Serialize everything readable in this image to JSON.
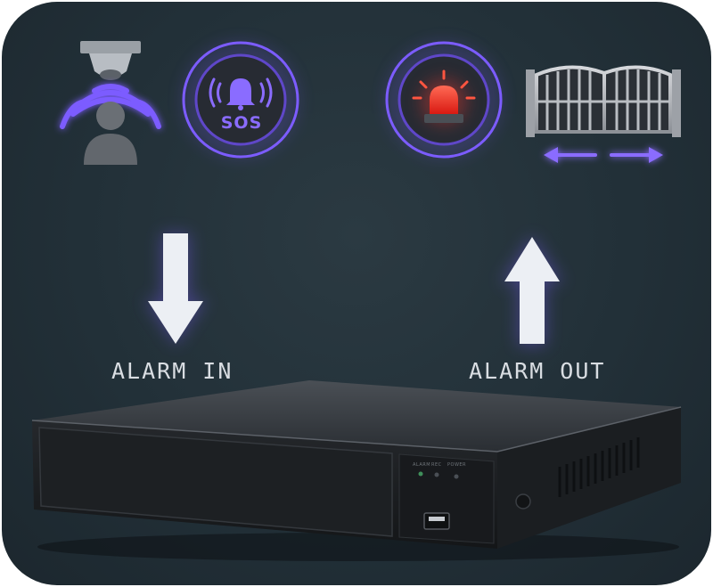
{
  "labels": {
    "alarm_in": "ALARM IN",
    "alarm_out": "ALARM OUT",
    "sos": "SOS",
    "led_1": "ALARM",
    "led_2": "REC",
    "led_3": "POWER"
  },
  "icons": {
    "input_sensor": "camera-motion-sensor-icon",
    "input_panic": "sos-bell-icon",
    "output_siren": "siren-light-icon",
    "output_gate": "sliding-gate-icon",
    "down_arrow": "arrow-down-icon",
    "up_arrow": "arrow-up-icon"
  },
  "colors": {
    "background": "#223038",
    "accent": "#7c5cff",
    "siren": "#ff3b2f",
    "arrow": "#eceff4",
    "text": "#d9dde2"
  }
}
